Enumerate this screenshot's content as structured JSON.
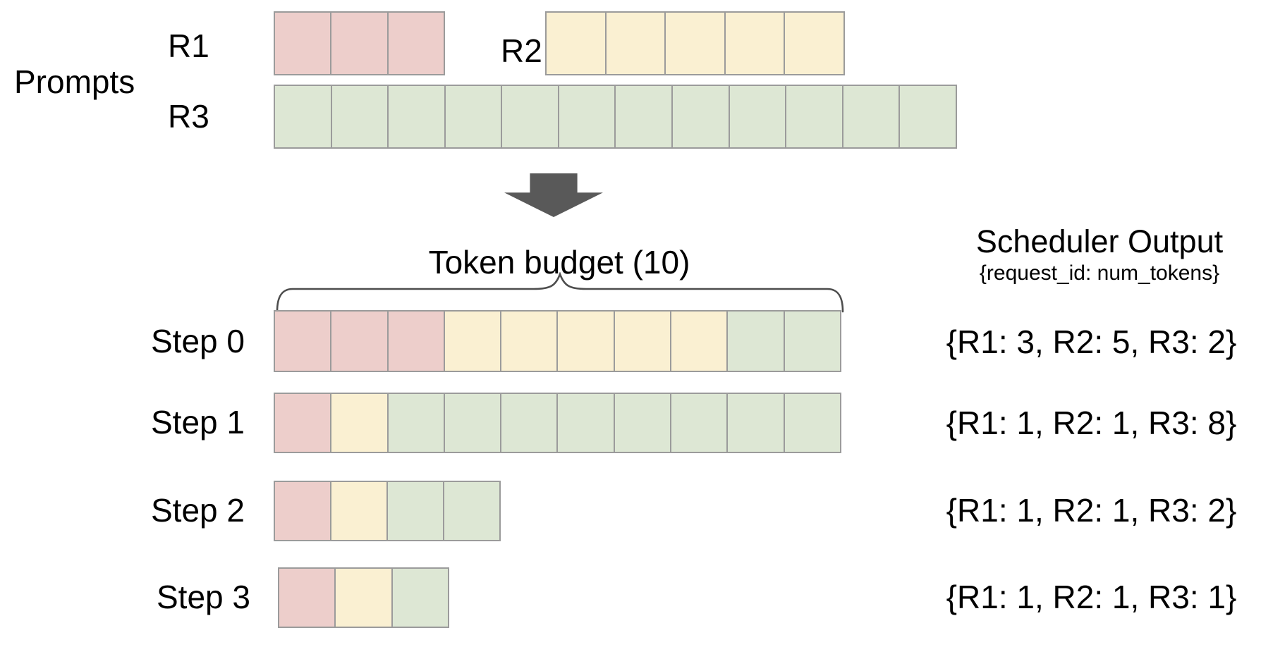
{
  "colors": {
    "r1_fill": "#edcecb",
    "r2_fill": "#faf0d2",
    "r3_fill": "#dde7d4",
    "cell_border": "#9b9b9b",
    "arrow_fill": "#595959",
    "brace_stroke": "#4d4d4d",
    "text": "#000000"
  },
  "prompts": {
    "label": "Prompts",
    "requests": [
      {
        "id": "R1",
        "label": "R1",
        "num_tokens": 3,
        "segments": [
          {
            "color_key": "r1_fill",
            "count": 3
          }
        ]
      },
      {
        "id": "R2",
        "label": "R2",
        "num_tokens": 5,
        "segments": [
          {
            "color_key": "r2_fill",
            "count": 5
          }
        ]
      },
      {
        "id": "R3",
        "label": "R3",
        "num_tokens": 12,
        "segments": [
          {
            "color_key": "r3_fill",
            "count": 12
          }
        ]
      }
    ]
  },
  "token_budget": {
    "label": "Token budget (10)",
    "budget": 10
  },
  "scheduler_output": {
    "title": "Scheduler Output",
    "subtitle": "{request_id: num_tokens}",
    "steps": [
      {
        "label": "Step 0",
        "output": "{R1: 3, R2: 5, R3: 2}",
        "allocation": {
          "R1": 3,
          "R2": 5,
          "R3": 2
        },
        "segments": [
          {
            "color_key": "r1_fill",
            "count": 3
          },
          {
            "color_key": "r2_fill",
            "count": 5
          },
          {
            "color_key": "r3_fill",
            "count": 2
          }
        ]
      },
      {
        "label": "Step 1",
        "output": "{R1: 1, R2: 1, R3: 8}",
        "allocation": {
          "R1": 1,
          "R2": 1,
          "R3": 8
        },
        "segments": [
          {
            "color_key": "r1_fill",
            "count": 1
          },
          {
            "color_key": "r2_fill",
            "count": 1
          },
          {
            "color_key": "r3_fill",
            "count": 8
          }
        ]
      },
      {
        "label": "Step 2",
        "output": "{R1: 1, R2: 1, R3: 2}",
        "allocation": {
          "R1": 1,
          "R2": 1,
          "R3": 2
        },
        "segments": [
          {
            "color_key": "r1_fill",
            "count": 1
          },
          {
            "color_key": "r2_fill",
            "count": 1
          },
          {
            "color_key": "r3_fill",
            "count": 2
          }
        ]
      },
      {
        "label": "Step 3",
        "output": "{R1: 1, R2: 1, R3: 1}",
        "allocation": {
          "R1": 1,
          "R2": 1,
          "R3": 1
        },
        "segments": [
          {
            "color_key": "r1_fill",
            "count": 1
          },
          {
            "color_key": "r2_fill",
            "count": 1
          },
          {
            "color_key": "r3_fill",
            "count": 1
          }
        ]
      }
    ]
  }
}
